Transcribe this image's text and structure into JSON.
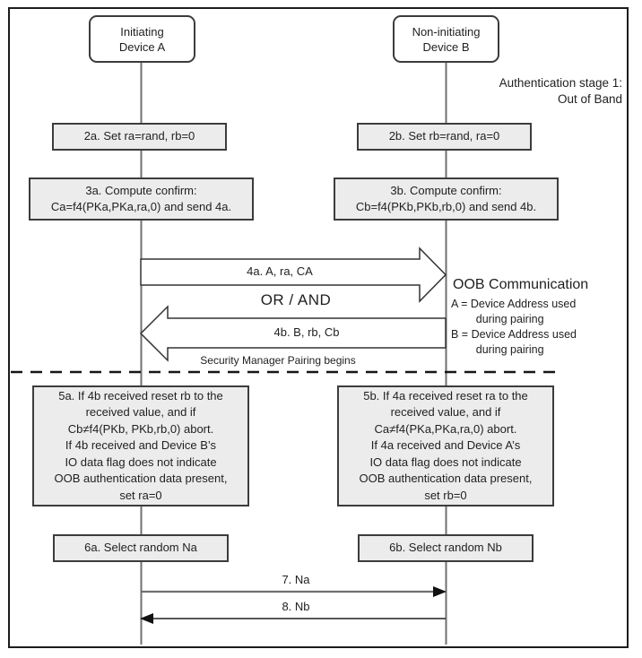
{
  "diagram": {
    "stage_note": "Authentication stage 1:\nOut of Band",
    "actors": {
      "device_a": "Initiating\nDevice A",
      "device_b": "Non-initiating\nDevice B"
    },
    "steps": {
      "s2a": "2a. Set ra=rand, rb=0",
      "s2b": "2b. Set rb=rand, ra=0",
      "s3a": "3a. Compute confirm:\nCa=f4(PKa,PKa,ra,0) and send 4a.",
      "s3b": "3b. Compute confirm:\nCb=f4(PKb,PKb,rb,0) and send 4b.",
      "s5a": "5a. If 4b received reset rb to the\nreceived value, and if\nCb≠f4(PKb, PKb,rb,0) abort.\nIf 4b received and Device B’s\nIO data flag does not indicate\nOOB authentication data present,\nset ra=0",
      "s5b": "5b. If 4a received reset ra to the\nreceived value, and if\nCa≠f4(PKa,PKa,ra,0) abort.\nIf 4a received and Device A’s\nIO data flag does not indicate\nOOB authentication data present,\nset rb=0",
      "s6a": "6a. Select random Na",
      "s6b": "6b. Select random Nb"
    },
    "messages": {
      "m4a": "4a. A, ra, CA",
      "or_and": "OR / AND",
      "m4b": "4b. B, rb, Cb",
      "m7": "7. Na",
      "m8": "8. Nb"
    },
    "annotations": {
      "smp": "Security Manager Pairing begins",
      "oob_title": "OOB Communication",
      "oob_detail": "A = Device Address used\n        during pairing\nB = Device Address used\n        during pairing"
    },
    "colors": {
      "background": "#ffffff",
      "box_fill": "#ececec",
      "box_border": "#3c3c3c",
      "lifeline": "#707070",
      "text": "#1f1f1f"
    }
  }
}
